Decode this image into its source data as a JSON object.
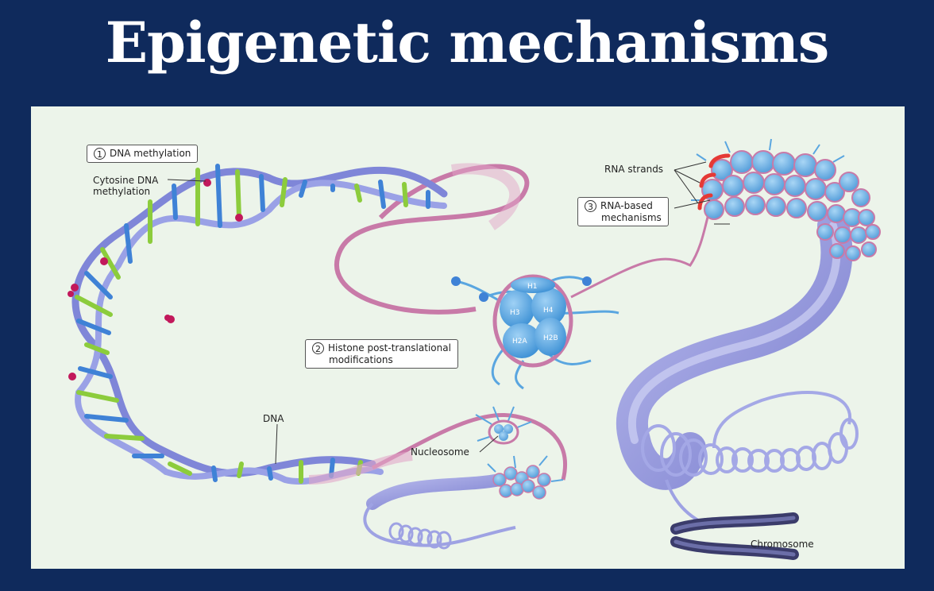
{
  "title": "Epigenetic mechanisms",
  "callouts": {
    "dna_methylation": {
      "number": "1",
      "label": "DNA methylation"
    },
    "histone": {
      "number": "2",
      "line1": "Histone post-translational",
      "line2": "modifications"
    },
    "rna": {
      "number": "3",
      "line1": "RNA-based",
      "line2": "mechanisms"
    }
  },
  "labels": {
    "cytosine_line1": "Cytosine DNA",
    "cytosine_line2": "methylation",
    "dna": "DNA",
    "nucleosome": "Nucleosome",
    "rna_strands": "RNA strands",
    "chromosome": "Chromosome"
  },
  "histones": {
    "h1": "H1",
    "h3": "H3",
    "h4": "H4",
    "h2a": "H2A",
    "h2b": "H2B"
  },
  "colors": {
    "background": "#0f2a5c",
    "panel": "#ecf4ea",
    "dna_backbone": "#7f86d8",
    "base_pair_blue": "#3f82d6",
    "base_pair_green": "#8ccc3c",
    "methyl_mark": "#c2185b",
    "chromatin": "#c87aa8",
    "histone": "#5aa6e0",
    "rna": "#e53935"
  }
}
